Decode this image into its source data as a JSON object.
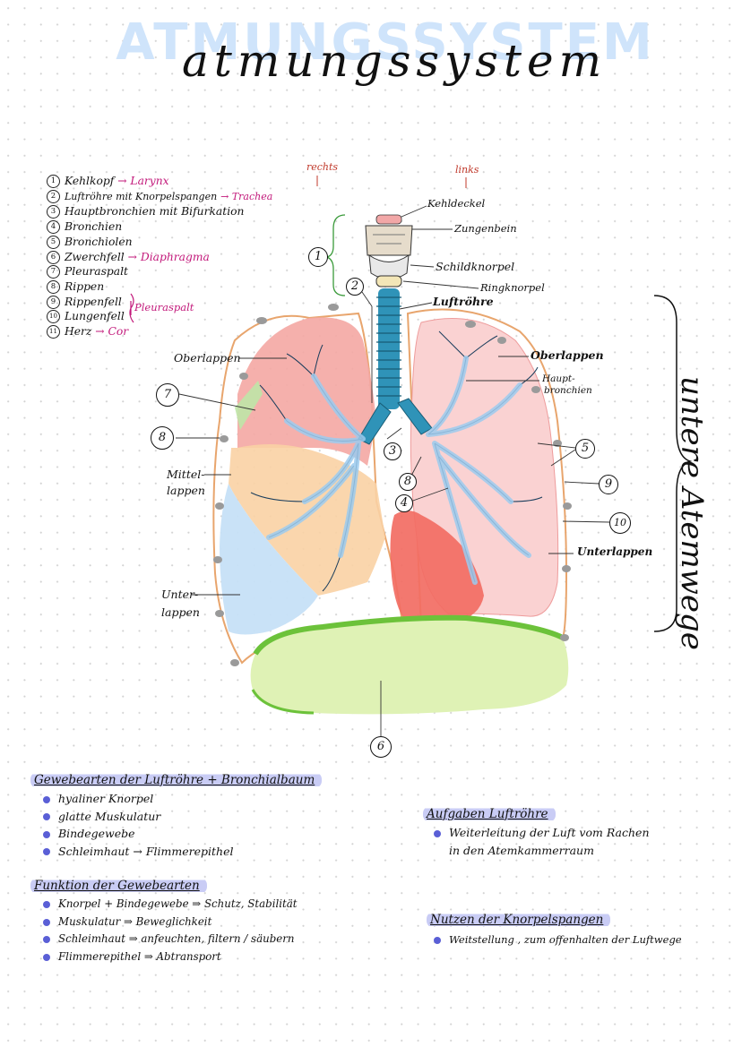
{
  "title": {
    "background_text": "ATMUNGSSYSTEM",
    "script_text": "atmungssystem"
  },
  "legend": [
    {
      "num": "1",
      "text": "Kehlkopf",
      "arrow": "→ Larynx"
    },
    {
      "num": "2",
      "text": "Luftröhre mit Knorpelspangen",
      "arrow": "→ Trachea"
    },
    {
      "num": "3",
      "text": "Hauptbronchien mit Bifurkation",
      "arrow": ""
    },
    {
      "num": "4",
      "text": "Bronchien",
      "arrow": ""
    },
    {
      "num": "5",
      "text": "Bronchiolen",
      "arrow": ""
    },
    {
      "num": "6",
      "text": "Zwerchfell",
      "arrow": "→ Diaphragma"
    },
    {
      "num": "7",
      "text": "Pleuraspalt",
      "arrow": ""
    },
    {
      "num": "8",
      "text": "Rippen",
      "arrow": ""
    },
    {
      "num": "9",
      "text": "Rippenfell",
      "arrow": ""
    },
    {
      "num": "10",
      "text": "Lungenfell",
      "arrow": ""
    },
    {
      "num": "11",
      "text": "Herz",
      "arrow": "→ Cor"
    }
  ],
  "legend_bracket_note": "Pleuraspalt",
  "diagram": {
    "side_rechts": "rechts",
    "side_links": "links",
    "labels": {
      "kehldeckel": "Kehldeckel",
      "zungenbein": "Zungenbein",
      "schildknorpel": "Schildknorpel",
      "ringknorpel": "Ringknorpel",
      "luftroehre": "Luftröhre",
      "oberlappen_left": "Oberlappen",
      "oberlappen_right": "Oberlappen",
      "hauptbronchien_1": "Haupt-",
      "hauptbronchien_2": "bronchien",
      "mittellappen_1": "Mittel-",
      "mittellappen_2": "lappen",
      "unterlappen_left_1": "Unter-",
      "unterlappen_left_2": "lappen",
      "unterlappen_right": "Unterlappen"
    },
    "circled_numbers": {
      "n1": "1",
      "n2": "2",
      "n3": "3",
      "n4": "4",
      "n5": "5",
      "n6": "6",
      "n7": "7",
      "n8a": "8",
      "n8b": "8",
      "n9": "9",
      "n10": "10"
    },
    "side_label": "untere Atemwege"
  },
  "sections": {
    "gewebearten": {
      "heading": "Gewebearten der Luftröhre + Bronchialbaum",
      "items": [
        "hyaliner Knorpel",
        "glatte Muskulatur",
        "Bindegewebe",
        "Schleimhaut → Flimmerepithel"
      ]
    },
    "funktion": {
      "heading": "Funktion der Gewebearten",
      "items": [
        "Knorpel + Bindegewebe ⇒ Schutz, Stabilität",
        "Muskulatur ⇒ Beweglichkeit",
        "Schleimhaut ⇒ anfeuchten, filtern / säubern",
        "Flimmerepithel ⇒ Abtransport"
      ]
    },
    "aufgaben": {
      "heading": "Aufgaben Luftröhre",
      "line1": "Weiterleitung der Luft vom Rachen",
      "line2": "in den Atemkammerraum"
    },
    "nutzen": {
      "heading": "Nutzen der Knorpelspangen",
      "items": [
        "Weitstellung , zum offenhalten der Luftwege"
      ]
    }
  },
  "colors": {
    "title_bg": "#cfe4fb",
    "accent_pink": "#c2187a",
    "highlight": "#c9ccf5",
    "bullet": "#5a5fd6",
    "bronchi": "#a8d4f2",
    "trachea": "#2f93b8",
    "diaphragm": "#dff2b5",
    "diaphragm_edge": "#6cc23a",
    "heart": "#f26d63",
    "upper_lobe": "#f4a7a3",
    "middle_lobe": "#f9d1a4",
    "lower_lobe": "#c6e0f7",
    "right_lung": "#fad2d2"
  }
}
